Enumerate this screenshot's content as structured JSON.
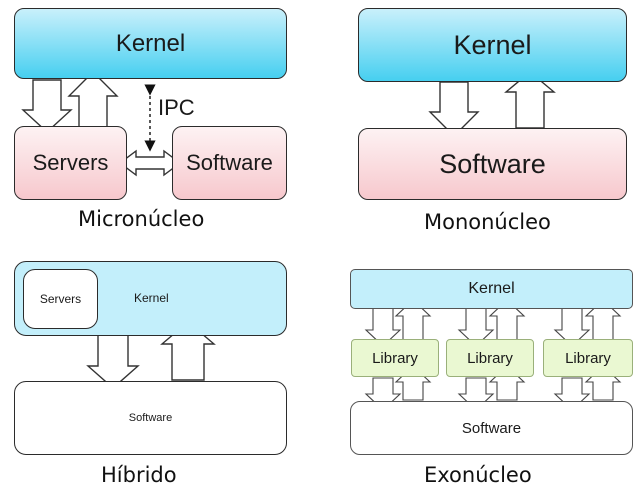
{
  "micronucleo": {
    "kernel": "Kernel",
    "servers": "Servers",
    "software": "Software",
    "ipc": "IPC",
    "caption": "Micronúcleo"
  },
  "mononucleo": {
    "kernel": "Kernel",
    "software": "Software",
    "caption": "Mononúcleo"
  },
  "hibrido": {
    "servers": "Servers",
    "kernel": "Kernel",
    "software": "Software",
    "caption": "Híbrido"
  },
  "exonucleo": {
    "kernel": "Kernel",
    "libraries": [
      "Library",
      "Library",
      "Library"
    ],
    "software": "Software",
    "caption": "Exonúcleo"
  },
  "colors": {
    "kernel_gradient_top": "#c9f0fb",
    "kernel_gradient_bottom": "#46cff0",
    "pink_top": "#fdf2f3",
    "pink_bottom": "#f7c8cd",
    "library_fill": "#eaf8d2"
  }
}
